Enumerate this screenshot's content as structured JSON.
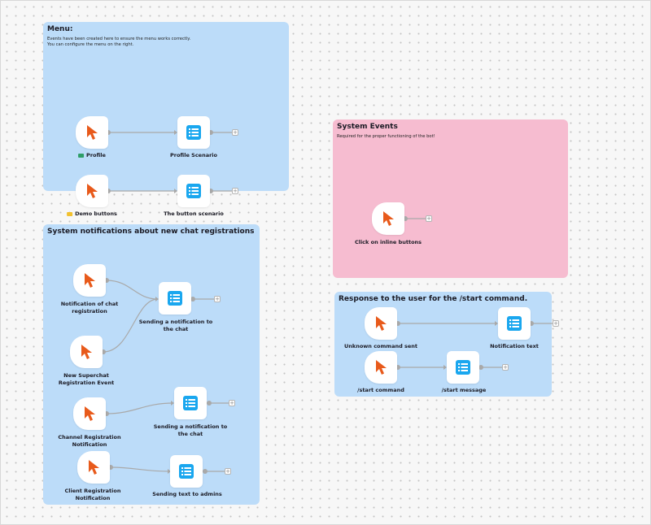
{
  "canvas": {
    "grid": "dotted",
    "background_color": "#f7f7f7"
  },
  "colors": {
    "group_blue": "#bcdcf9",
    "group_pink": "#f6bcd0",
    "trigger_cursor": "#e85a1b",
    "action_icon": "#1aa7ef",
    "connector": "#a9a9a9"
  },
  "groups": [
    {
      "id": "menu",
      "title": "Menu:",
      "description_lines": [
        "Events have been created here to ensure the menu works correctly.",
        "You can configure the menu on the right."
      ],
      "color": "blue"
    },
    {
      "id": "notifications",
      "title": "System notifications about new chat registrations",
      "description_lines": [],
      "color": "blue"
    },
    {
      "id": "system_events",
      "title": "System Events",
      "description_lines": [
        "Required for the proper functioning of the bot!"
      ],
      "color": "pink"
    },
    {
      "id": "start",
      "title": "Response to the user for the /start command.",
      "description_lines": [],
      "color": "blue"
    }
  ],
  "nodes": {
    "profile_trigger": {
      "type": "trigger",
      "label": "Profile",
      "emoji": "green-card-icon"
    },
    "profile_scenario": {
      "type": "action",
      "label": "Profile Scenario"
    },
    "demo_trigger": {
      "type": "trigger",
      "label": "Demo buttons",
      "emoji": "folder-icon"
    },
    "button_scenario": {
      "type": "action",
      "label": "The button scenario"
    },
    "chat_reg_trigger": {
      "type": "trigger",
      "label_lines": [
        "Notification of chat",
        "registration"
      ]
    },
    "superchat_trigger": {
      "type": "trigger",
      "label_lines": [
        "New Superchat",
        "Registration Event"
      ]
    },
    "send_notif_1": {
      "type": "action",
      "label_lines": [
        "Sending a notification to",
        "the chat"
      ]
    },
    "channel_trigger": {
      "type": "trigger",
      "label_lines": [
        "Channel Registration",
        "Notification"
      ]
    },
    "send_notif_2": {
      "type": "action",
      "label_lines": [
        "Sending a notification to",
        "the chat"
      ]
    },
    "client_trigger": {
      "type": "trigger",
      "label_lines": [
        "Client Registration",
        "Notification"
      ]
    },
    "send_admins": {
      "type": "action",
      "label": "Sending text to admins"
    },
    "inline_trigger": {
      "type": "trigger",
      "label": "Click on inline buttons"
    },
    "unknown_trigger": {
      "type": "trigger",
      "label": "Unknown command sent"
    },
    "notification_text": {
      "type": "action",
      "label": "Notification text"
    },
    "start_trigger": {
      "type": "trigger",
      "label": "/start command"
    },
    "start_message": {
      "type": "action",
      "label": "/start message"
    }
  },
  "add_button_label": "+"
}
